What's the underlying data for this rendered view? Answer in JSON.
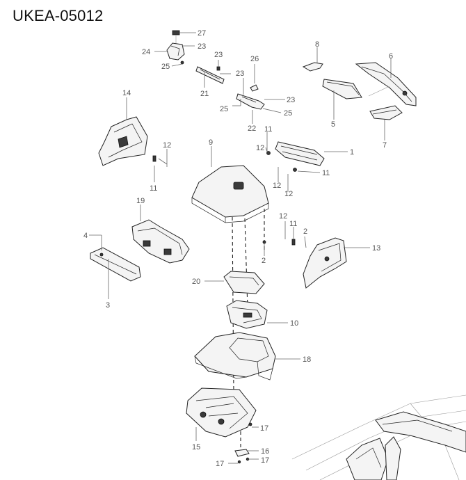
{
  "diagram_code": "UKEA-05012",
  "callouts": {
    "c1": "1",
    "c2a": "2",
    "c2b": "2",
    "c3": "3",
    "c4": "4",
    "c5": "5",
    "c6": "6",
    "c7": "7",
    "c8": "8",
    "c9": "9",
    "c10": "10",
    "c11a": "11",
    "c11b": "11",
    "c11c": "11",
    "c11d": "11",
    "c12a": "12",
    "c12b": "12",
    "c12c": "12",
    "c12d": "12",
    "c12e": "12",
    "c13": "13",
    "c14": "14",
    "c15": "15",
    "c16": "16",
    "c17a": "17",
    "c17b": "17",
    "c17c": "17",
    "c18": "18",
    "c19": "19",
    "c20": "20",
    "c21": "21",
    "c22": "22",
    "c23a": "23",
    "c23b": "23",
    "c23c": "23",
    "c23d": "23",
    "c24": "24",
    "c25a": "25",
    "c25b": "25",
    "c25c": "25",
    "c26": "26",
    "c27": "27"
  }
}
